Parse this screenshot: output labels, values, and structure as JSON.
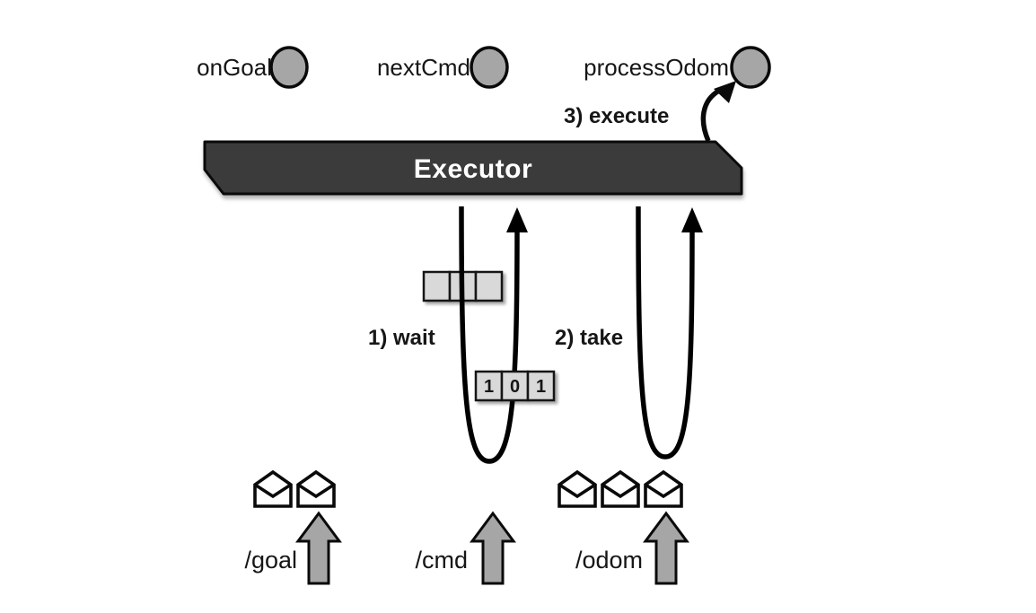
{
  "callbacks": [
    {
      "label": "onGoal"
    },
    {
      "label": "nextCmd"
    },
    {
      "label": "processOdom"
    }
  ],
  "executor": {
    "label": "Executor"
  },
  "steps": {
    "wait": "1) wait",
    "take": "2) take",
    "execute": "3) execute"
  },
  "wait_set": {
    "slots": 3,
    "values": [
      "1",
      "0",
      "1"
    ]
  },
  "topics": [
    {
      "label": "/goal",
      "messages": 2
    },
    {
      "label": "/cmd",
      "messages": 0
    },
    {
      "label": "/odom",
      "messages": 3
    }
  ],
  "icons": {
    "callback": "callback-circle-icon",
    "message": "open-envelope-icon",
    "publish": "block-arrow-up-icon"
  },
  "colors": {
    "executor_fill": "#3b3b3b",
    "executor_text": "#ffffff",
    "callback_fill": "#a6a6a6",
    "queue_fill": "#d9d9d9",
    "publish_arrow_fill": "#a6a6a6",
    "line": "#000000",
    "text": "#161616",
    "background": "#ffffff"
  }
}
